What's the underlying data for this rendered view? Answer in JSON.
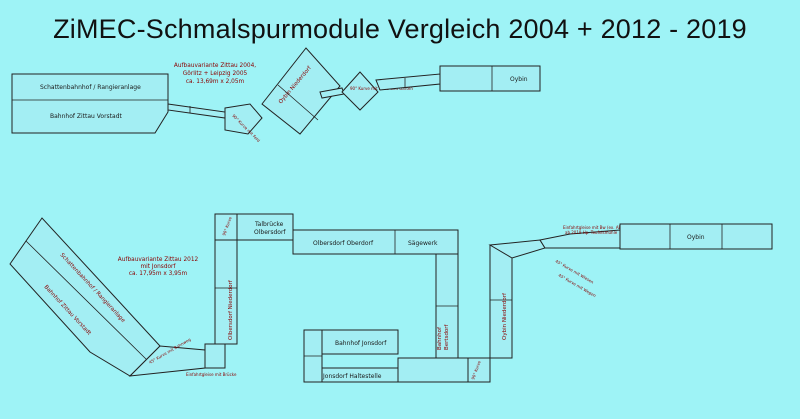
{
  "title": "ZiMEC-Schmalspurmodule Vergleich 2004 + 2012 - 2019",
  "layout_2004": {
    "caption_line1": "Aufbauvariante Zittau 2004,",
    "caption_line2": "Görlitz + Leipzig 2005",
    "caption_line3": "ca. 13,69m x 2,05m",
    "schattenbahnhof": "Schattenbahnhof / Rangieranlage",
    "bahnhof_zittau": "Bahnhof Zittau Vorstadt",
    "kurve_feld": "90° Kurve mit Feld",
    "oybin_niederdorf": "Oybin Niederdorf",
    "kurve_haus": "90° Kurve mit Haus und Garten",
    "oybin": "Oybin"
  },
  "layout_2012": {
    "caption_line1": "Aufbauvariante Zittau 2012",
    "caption_line2": "mit Jonsdorf",
    "caption_line3": "ca. 17,95m x 3,95m",
    "schattenbahnhof": "Schattenbahnhof / Rangieranlage",
    "bahnhof_zittau": "Bahnhof Zittau Vorstadt",
    "kurve_bahnweg": "45° Kurve mit Bahnweg",
    "einfahrt_bruecke": "Einfahrtgleise mit Brücke",
    "olbersdorf_niederdorf": "Olbersdorf Niederdorf",
    "kurve_90_top": "90° Kurve",
    "talbruecke_line1": "Talbrücke",
    "talbruecke_line2": "Olbersdorf",
    "olbersdorf_oberdorf": "Olbersdorf Oberdorf",
    "saegewerk": "Sägewerk",
    "bahnhof_bertsdorf_line1": "Bahnhof",
    "bahnhof_bertsdorf_line2": "Bertsdorf",
    "bahnhof_jonsdorf": "Bahnhof Jonsdorf",
    "jonsdorf_haltestelle": "Jonsdorf Haltestelle",
    "kurve_90_bottom": "90° Kurve",
    "oybin_niederdorf": "Oybin Niederdorf",
    "kurve_45_wiesen": "45° Kurve mit Wiesen",
    "kurve_45_wege": "45° Kurve mit Wegen",
    "einfahrt_oybin_line1": "Einfahrtgleise mit Bw (ex. ABS),",
    "einfahrt_oybin_line2": "ab 2019 Hp. Teufelsmühle",
    "oybin": "Oybin"
  }
}
